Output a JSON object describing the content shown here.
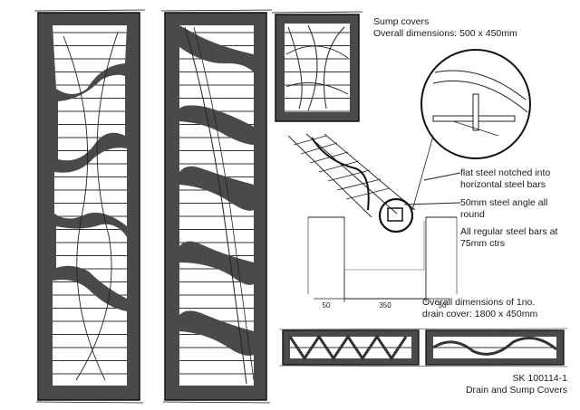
{
  "notes": {
    "sump_covers": {
      "line1": "Sump covers",
      "line2": "Overall dimensions: 500 x 450mm"
    },
    "flat_steel": {
      "line1": "flat steel notched into",
      "line2": "horizontal steel bars"
    },
    "angle": {
      "line1": "50mm steel angle all",
      "line2": "round"
    },
    "regular_bars": {
      "line1": "All regular steel bars at",
      "line2": "75mm ctrs"
    },
    "drain_cover": {
      "line1": "Overall dimensions of 1no.",
      "line2": "drain cover: 1800 x 450mm"
    },
    "title_block": {
      "line1": "SK 100114-1",
      "line2": "Drain and Sump Covers"
    }
  },
  "dimensions": {
    "left": "50",
    "middle": "350",
    "right": "50"
  },
  "colors": {
    "ink": "#1a1a1a",
    "frame_fill": "#4a4a4a",
    "paper": "#ffffff"
  }
}
